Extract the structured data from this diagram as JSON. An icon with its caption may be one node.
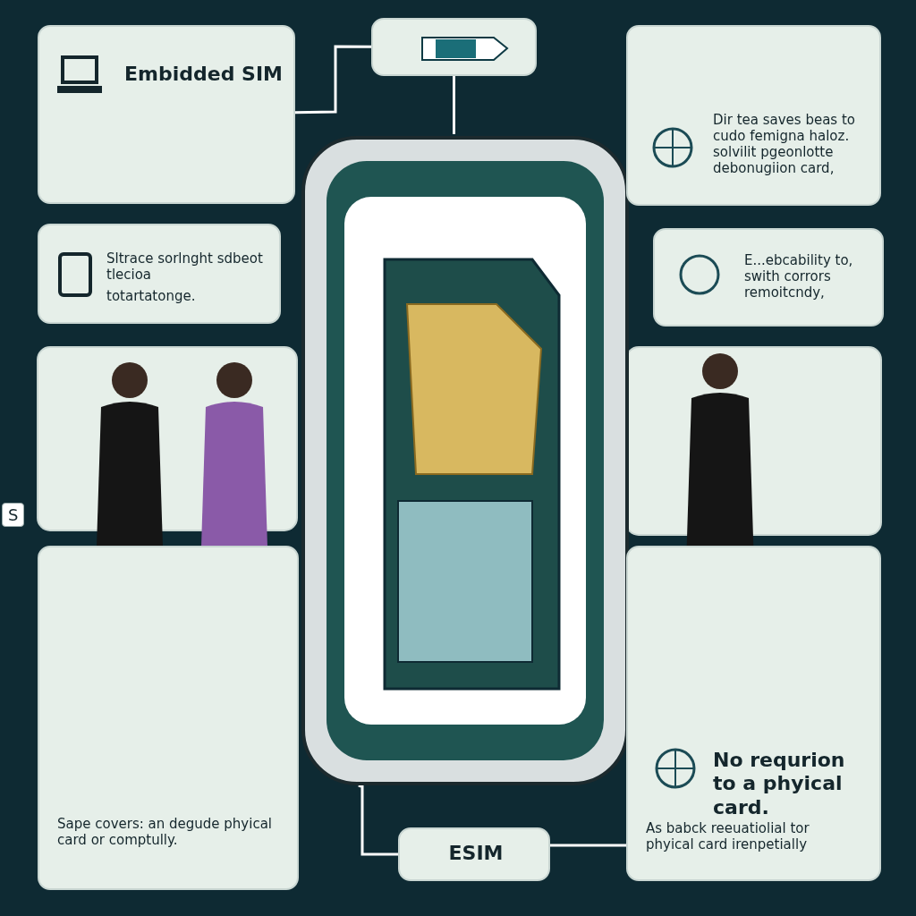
{
  "diagram": {
    "nodes": [
      {
        "text": [
          "Embidded SIM"
        ]
      },
      {
        "text": [],
        "shape": "box"
      },
      {
        "text": [
          "Dir tea saves beas to cudo femigna haloz. solvilit pgeonlotte debonugiion card,"
        ]
      },
      {
        "text": [
          "Sltrace sorlnght sdbeot tlecioa",
          "totartatonge."
        ]
      },
      {
        "text": [
          "E...ebcability to, swith corrors remoitcndy,"
        ]
      },
      {
        "text": [],
        "shape": "picture"
      },
      {
        "text": [
          "Sape covers: an degude phyical card or comptully."
        ]
      },
      {
        "text": [
          "ESIM"
        ]
      },
      {
        "text": [
          "No requrion to a phyical card.",
          "As babck reeuatiolial tor phyical card irenpetially"
        ]
      }
    ],
    "edges": [
      {
        "from": 1,
        "to": 0,
        "arrow": "none"
      },
      {
        "from": 1,
        "to": 5,
        "arrow": "none"
      },
      {
        "from": 7,
        "to": 5,
        "arrow": "none"
      },
      {
        "from": 7,
        "to": 8,
        "arrow": "none"
      }
    ],
    "labels": [
      "S"
    ]
  }
}
